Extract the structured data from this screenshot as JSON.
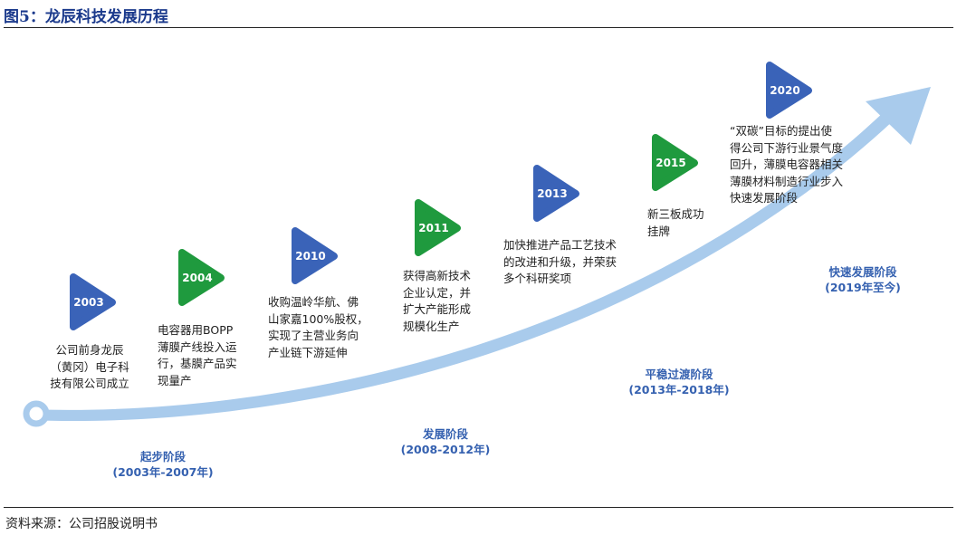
{
  "header": {
    "title": "图5：龙辰科技发展历程"
  },
  "footer": {
    "source": "资料来源：公司招股说明书"
  },
  "colors": {
    "blue_marker": "#3a63b8",
    "green_marker": "#1f9a3e",
    "arrow": "#a9cbec",
    "phase_text": "#3561b0"
  },
  "milestones": [
    {
      "year": "2003",
      "color": "blue",
      "lines": [
        "公司前身龙辰",
        "（黄冈）电子科",
        "技有限公司成立"
      ]
    },
    {
      "year": "2004",
      "color": "green",
      "lines": [
        "电容器用BOPP",
        "薄膜产线投入运",
        "行，基膜产品实",
        "现量产"
      ]
    },
    {
      "year": "2010",
      "color": "blue",
      "lines": [
        "收购温岭华航、佛",
        "山家嘉100%股权，",
        "实现了主营业务向",
        "产业链下游延伸"
      ]
    },
    {
      "year": "2011",
      "color": "green",
      "lines": [
        "获得高新技术",
        "企业认定，并",
        "扩大产能形成",
        "规模化生产"
      ]
    },
    {
      "year": "2013",
      "color": "blue",
      "lines": [
        "加快推进产品工艺技术",
        "的改进和升级，并荣获",
        "多个科研奖项"
      ]
    },
    {
      "year": "2015",
      "color": "green",
      "lines": [
        "新三板成功",
        "挂牌"
      ]
    },
    {
      "year": "2020",
      "color": "blue",
      "lines": [
        "“双碳”目标的提出使",
        "得公司下游行业景气度",
        "回升，薄膜电容器相关",
        "薄膜材料制造行业步入",
        "快速发展阶段"
      ]
    }
  ],
  "phases": [
    {
      "name": "起步阶段",
      "period": "(2003年-2007年)"
    },
    {
      "name": "发展阶段",
      "period": "(2008-2012年)"
    },
    {
      "name": "平稳过渡阶段",
      "period": "(2013年-2018年)"
    },
    {
      "name": "快速发展阶段",
      "period": "(2019年至今)"
    }
  ]
}
